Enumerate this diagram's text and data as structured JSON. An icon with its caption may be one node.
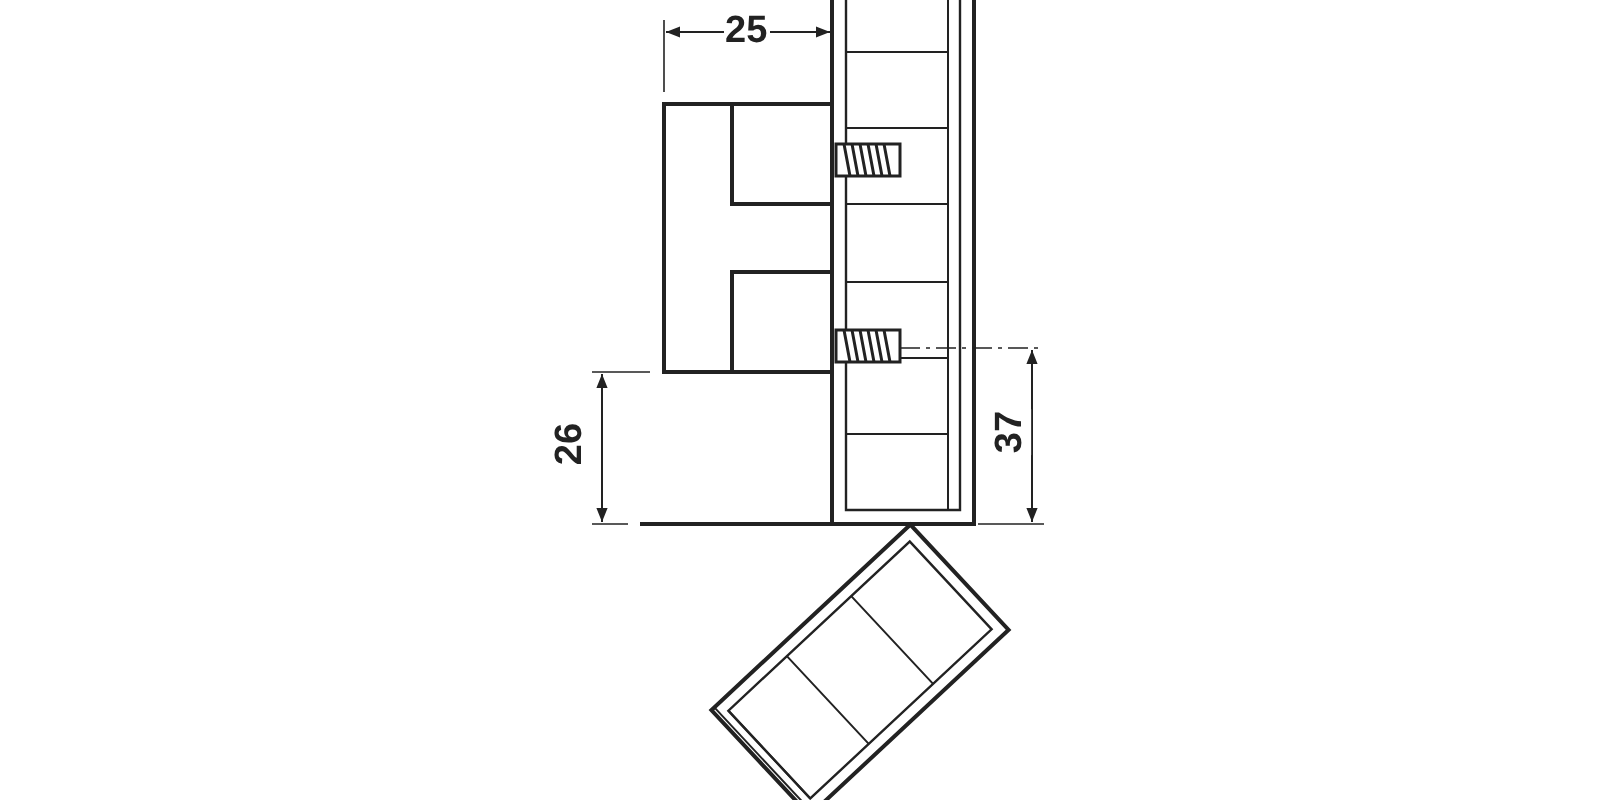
{
  "diagram": {
    "labels": [
      "25",
      "26",
      "37"
    ]
  }
}
